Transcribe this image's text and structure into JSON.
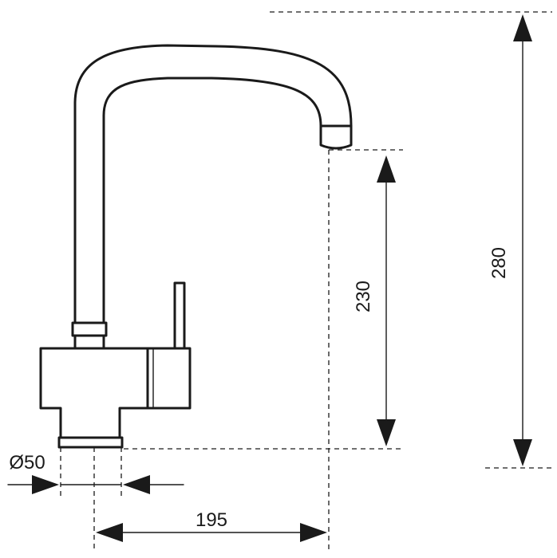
{
  "dimensions": {
    "diameter_label": "Ø50",
    "reach_label": "195",
    "spout_height_label": "230",
    "total_height_label": "280"
  },
  "colors": {
    "line": "#1a1a1a",
    "background": "#ffffff"
  }
}
